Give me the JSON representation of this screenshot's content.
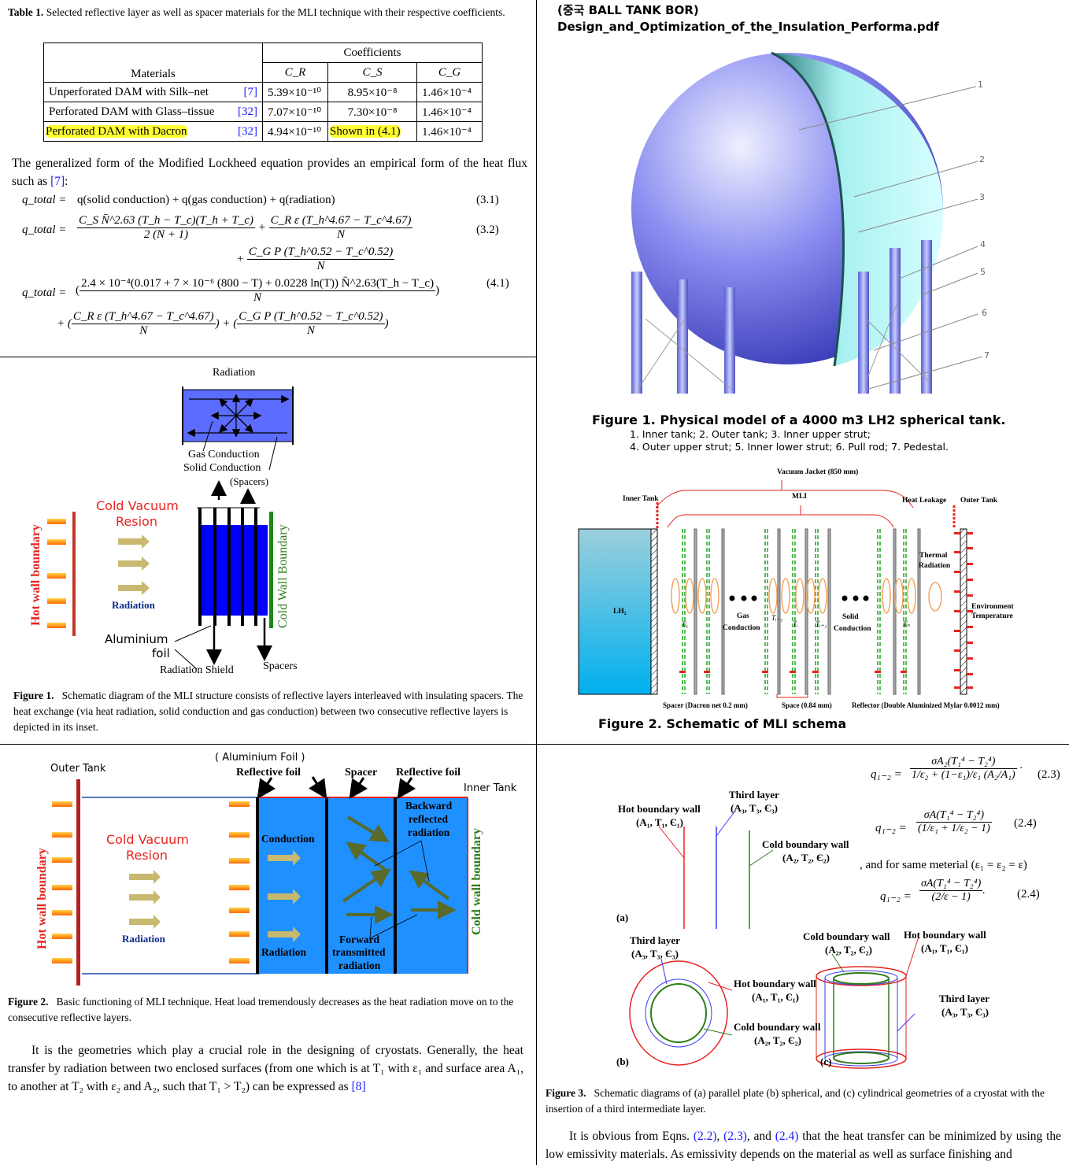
{
  "table1": {
    "caption_label": "Table 1.",
    "caption_text": "Selected reflective layer as well as spacer materials for the MLI technique with their respective coefficients.",
    "col_materials": "Materials",
    "col_coefficients": "Coefficients",
    "col_cr": "C_R",
    "col_cs": "C_S",
    "col_cg": "C_G",
    "rows": [
      {
        "material": "Unperforated DAM with Silk–net",
        "ref": "[7]",
        "cr": "5.39×10⁻¹⁰",
        "cs": "8.95×10⁻⁸",
        "cg": "1.46×10⁻⁴"
      },
      {
        "material": "Perforated DAM with Glass–tissue",
        "ref": "[32]",
        "cr": "7.07×10⁻¹⁰",
        "cs": "7.30×10⁻⁸",
        "cg": "1.46×10⁻⁴"
      },
      {
        "material": "Perforated DAM with Dacron",
        "ref": "[32]",
        "cr": "4.94×10⁻¹⁰",
        "cs": "Shown in (4.1)",
        "cg": "1.46×10⁻⁴"
      }
    ]
  },
  "lockheed": {
    "intro": "The generalized form of the Modified Lockheed equation provides an empirical form of the heat flux such as",
    "intro_ref": "[7]",
    "eq31": "q(solid conduction) + q(gas conduction) + q(radiation)",
    "eq31_num": "(3.1)",
    "eq32_t1_num": "C_S N̄^2.63 (T_h − T_c)(T_h + T_c)",
    "eq32_t1_den": "2 (N + 1)",
    "eq32_t2_num": "C_R ε (T_h^4.67 − T_c^4.67)",
    "eq32_t3_num": "C_G P (T_h^0.52 − T_c^0.52)",
    "den_n": "N",
    "eq32_num": "(3.2)",
    "eq41_t1_num": "2.4 × 10⁻⁴(0.017 + 7 × 10⁻⁶ (800 − T) + 0.0228 ln(T)) N̄^2.63(T_h − T_c)",
    "eq41_num": "(4.1)",
    "q_total": "q_total ="
  },
  "fig1_left": {
    "radiation": "Radiation",
    "gas_conduction": "Gas Conduction",
    "solid_conduction": "Solid Conduction",
    "spacers_paren": "(Spacers)",
    "cold_vacuum": "Cold Vacuum",
    "resion": "Resion",
    "radiation_blue": "Radiation",
    "hot_wall": "Hot wall boundary",
    "cold_wall": "Cold Wall Boundary",
    "aluminium": "Aluminium",
    "foil": "foil",
    "radiation_shield": "Radiation Shield",
    "spacers": "Spacers",
    "caption_label": "Figure 1.",
    "caption_text": "Schematic diagram of the MLI structure consists of reflective layers interleaved with insulating spacers. The heat exchange (via heat radiation, solid conduction and gas conduction) between two consecutive reflective layers is depicted in its inset."
  },
  "tank": {
    "header_line1": "(중국  BALL TANK BOR)",
    "header_line2": "Design_and_Optimization_of_the_Insulation_Performa.pdf",
    "callouts": [
      "1",
      "2",
      "3",
      "4",
      "5",
      "6",
      "7"
    ],
    "caption_title": "Figure 1. Physical model of a 4000 m3 LH2 spherical tank.",
    "caption_line1": "1. Inner tank; 2. Outer tank; 3. Inner upper strut;",
    "caption_line2": "4. Outer upper strut; 5. Inner lower strut; 6. Pull rod; 7. Pedestal."
  },
  "mli_schema": {
    "vacuum_jacket": "Vacuum Jacket (850 mm)",
    "mli": "MLI",
    "inner_tank": "Inner Tank",
    "heat_leakage": "Heat Leakage",
    "outer_tank": "Outer Tank",
    "thermal": "Thermal",
    "radiation": "Radiation",
    "lh2": "LH₂",
    "gas": "Gas",
    "conduction": "Conduction",
    "solid": "Solid",
    "environment": "Environment",
    "temperature": "Temperature",
    "t1": "T₁",
    "ti_1": "Tᵢ₋₁",
    "ti": "Tᵢ",
    "ti1": "Tᵢ₊₁",
    "tn": "Tₙ",
    "spacer": "Spacer (Dacron net 0.2 mm)",
    "space": "Space (0.84 mm)",
    "reflector": "Reflector (Double Aluminized Mylar 0.0012 mm)",
    "caption": "Figure 2. Schematic of MLI schema"
  },
  "fig2_left": {
    "outer_tank": "Outer Tank",
    "aluminium_foil": "( Aluminium Foil )",
    "reflective_foil_1": "Reflective foil",
    "spacer": "Spacer",
    "reflective_foil_2": "Reflective foil",
    "inner_tank": "Inner Tank",
    "cold_vacuum": "Cold Vacuum",
    "resion": "Resion",
    "radiation_left": "Radiation",
    "conduction": "Conduction",
    "radiation_mid": "Radiation",
    "backward": "Backward",
    "reflected": "reflected",
    "radiation_back": "radiation",
    "forward": "Forward",
    "transmitted": "transmitted",
    "radiation_fwd": "radiation",
    "hot_wall": "Hot wall boundary",
    "cold_wall": "Cold wall boundary",
    "caption_label": "Figure 2.",
    "caption_text": "Basic functioning of MLI technique.  Heat load tremendously decreases as the heat radiation move on to the consecutive reflective layers.",
    "para": "It is the geometries which play a crucial role in the designing of cryostats. Generally, the heat transfer by radiation between two enclosed surfaces (from one which is at T₁ with ε₁ and surface area A₁, to another at T₂ with ε₂ and A₂, such that T₁ > T₂) can be expressed as",
    "para_ref": "[8]"
  },
  "fig3": {
    "hot_wall": "Hot boundary wall",
    "hot_params": "(A₁, T₁, Є₁)",
    "third_layer": "Third layer",
    "third_params": "(A₃, T₃, Є₃)",
    "cold_wall": "Cold boundary wall",
    "cold_params": "(A₂, T₂, Є₂)",
    "label_a": "(a)",
    "label_b": "(b)",
    "label_c": "(c)",
    "q12": "q₁₋₂ =",
    "eq23_num": "σA₂(T₁⁴ − T₂⁴)",
    "eq23_den": "1/ε₂ + (1−ε₁)/ε₁ (A₂/A₁)",
    "eq23_label": "(2.3)",
    "eq24_num": "σA(T₁⁴ − T₂⁴)",
    "eq24_den": "(1/ε₁ + 1/ε₂ − 1)",
    "eq24_label": "(2.4)",
    "same_material": ", and for same meterial (ε₁ = ε₂ = ε)",
    "eq24b_den": "(2/ε − 1)",
    "eq24b_label": "(2.4)",
    "caption_label": "Figure 3.",
    "caption_text": "Schematic diagrams of (a) parallel plate (b) spherical, and (c) cylindrical geometries of a cryostat with the insertion of a third intermediate layer.",
    "para_start": "It is obvious from Eqns.",
    "ref22": "(2.2)",
    "ref23": "(2.3)",
    "ref24": "(2.4)",
    "para_rest": "that the heat transfer can be minimized by using the low emissivity materials. As emissivity depends on the material as well as surface finishing and"
  },
  "colors": {
    "highlight": "#ffff33",
    "link": "#1a1aff",
    "blue_fill": "#1e90ff",
    "hot_red": "#e8231f",
    "cold_green": "#2e7d1a"
  }
}
